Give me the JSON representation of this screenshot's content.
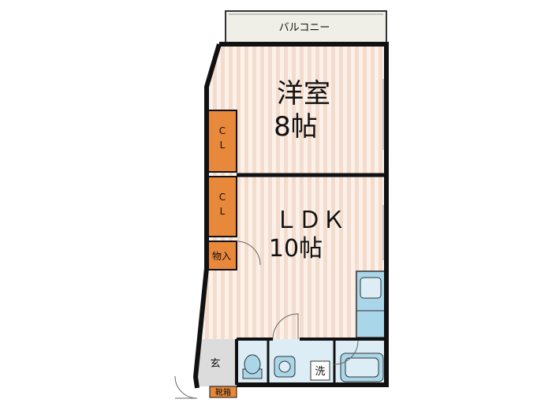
{
  "rooms": {
    "balcony": "バルコニー",
    "western_room": {
      "name": "洋室",
      "size": "8帖"
    },
    "ldk": {
      "name": "ＬＤＫ",
      "size": "10帖"
    },
    "closet_upper": {
      "line1": "C",
      "line2": "L"
    },
    "closet_lower": {
      "line1": "C",
      "line2": "L"
    },
    "storage": "物入",
    "entrance": "玄",
    "shoe_box": "靴箱",
    "washer": "洗"
  },
  "colors": {
    "wall": "#111111",
    "floor_stripe_a": "#f6e2d6",
    "floor_stripe_b": "#fbf1ea",
    "closet": "#e8883a",
    "wet_area": "#dcedf6",
    "fixture": "#a9d6e8",
    "balcony": "#efefe8",
    "entrance_floor": "#dcdcdc"
  }
}
